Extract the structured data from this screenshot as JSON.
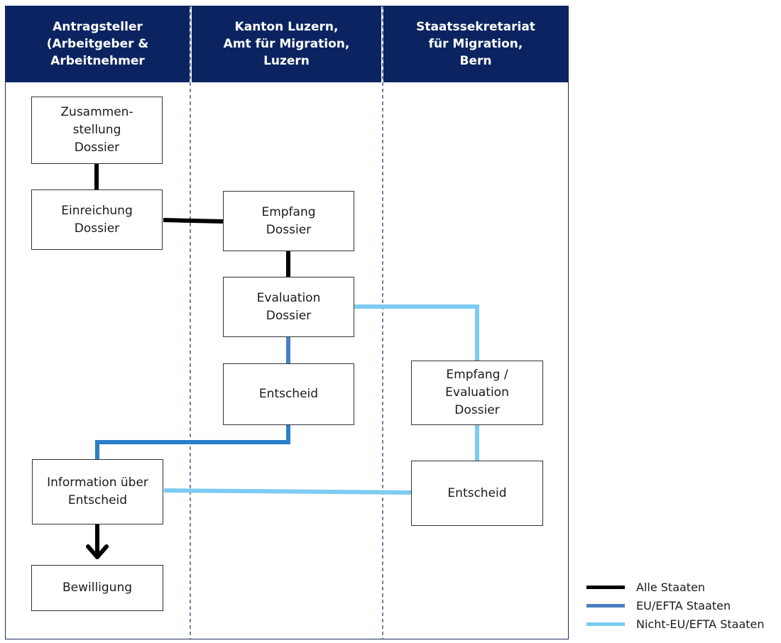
{
  "columns": {
    "applicant": "Antragsteller\n(Arbeitgeber &\nArbeitnehmer",
    "canton": "Kanton Luzern,\nAmt für Migration,\nLuzern",
    "sem": "Staatssekretariat\nfür Migration,\nBern"
  },
  "boxes": {
    "compile": "Zusammen-\nstellung\nDossier",
    "submit": "Einreichung\nDossier",
    "receive_canton": "Empfang\nDossier",
    "evaluate_canton": "Evaluation\nDossier",
    "decision_canton": "Entscheid",
    "receive_sem": "Empfang /\nEvaluation\nDossier",
    "decision_sem": "Entscheid",
    "inform": "Information über\nEntscheid",
    "permit": "Bewilligung"
  },
  "legend": {
    "all": "Alle Staaten",
    "eu": "EU/EFTA Staaten",
    "non_eu": "Nicht-EU/EFTA Staaten"
  },
  "colors": {
    "header_bg": "#0b2461",
    "all": "#000000",
    "eu": "#4a7fc1",
    "eu_decision": "#2a7fc9",
    "non_eu": "#7ccbf1"
  }
}
